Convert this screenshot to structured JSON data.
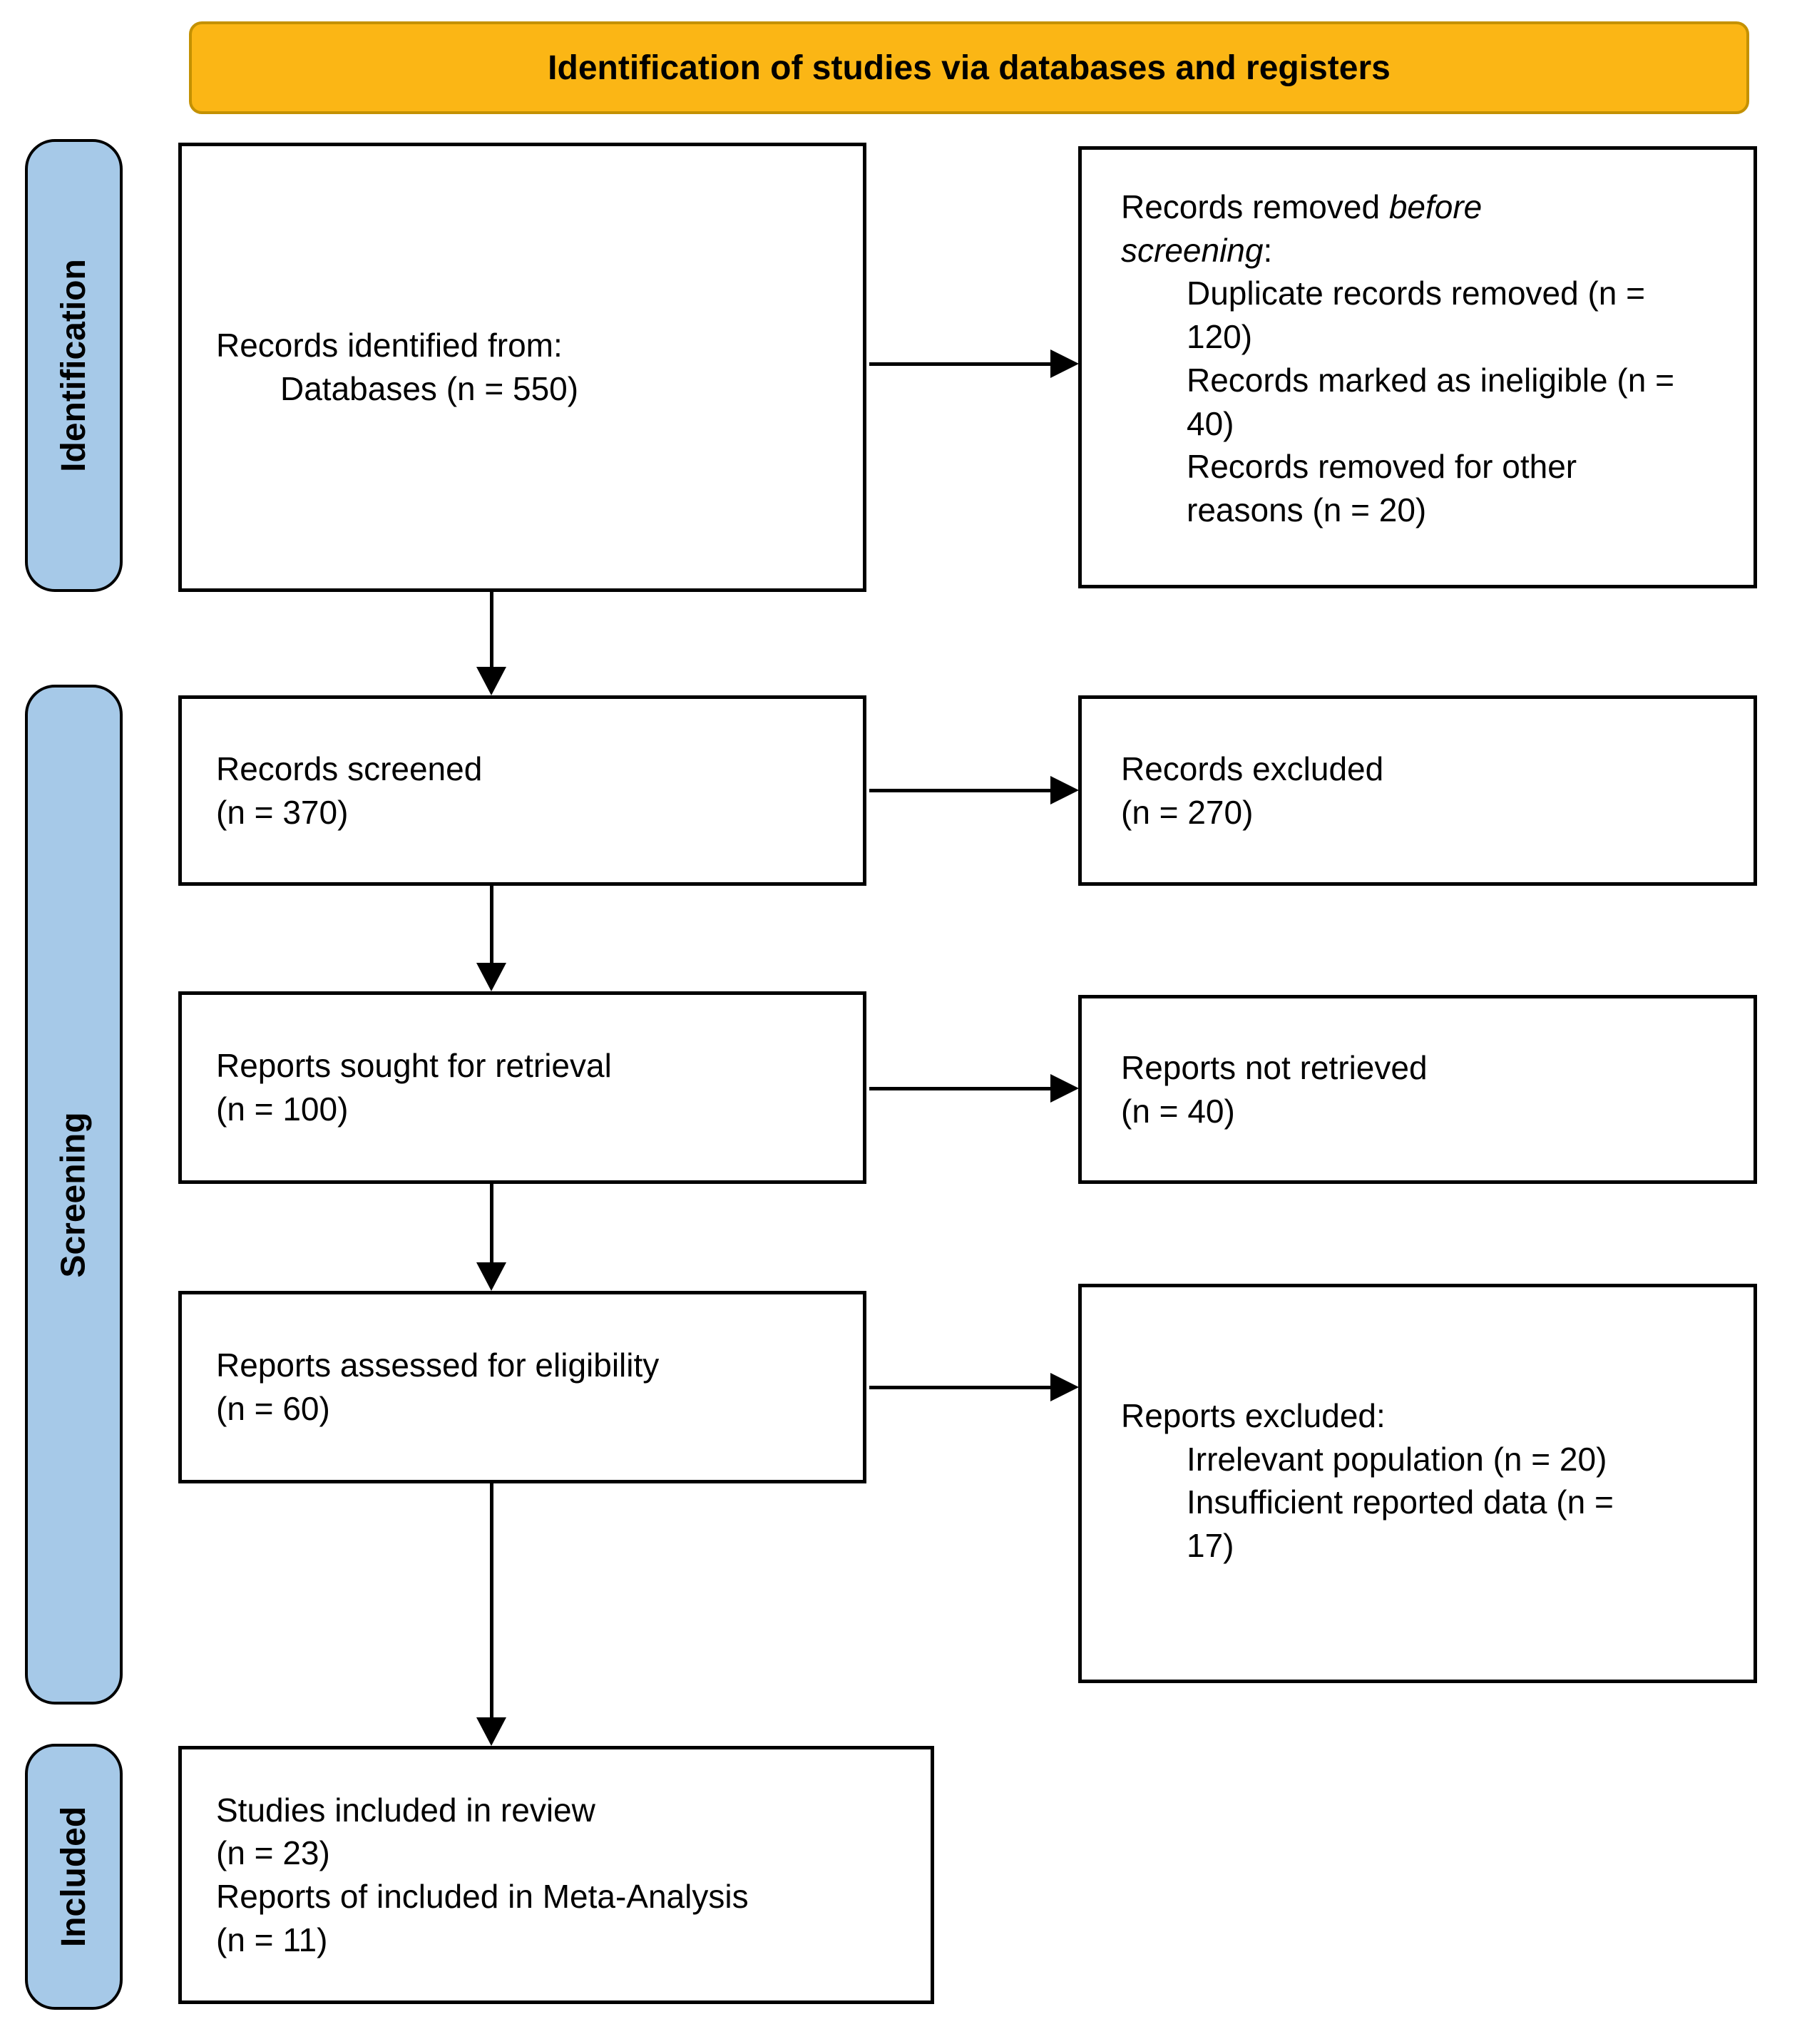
{
  "banner": {
    "title": "Identification of studies via databases and registers"
  },
  "stages": {
    "identification": "Identification",
    "screening": "Screening",
    "included": "Included"
  },
  "boxes": {
    "records_identified": {
      "line1": "Records identified from:",
      "line2": "Databases (n = 550)"
    },
    "records_removed": {
      "heading_prefix": "Records removed ",
      "heading_italic": "before screening",
      "heading_suffix": ":",
      "items": [
        "Duplicate records removed (n = 120)",
        "Records marked as ineligible (n = 40)",
        "Records removed for other reasons (n = 20)"
      ]
    },
    "records_screened": {
      "line1": "Records screened",
      "line2": "(n = 370)"
    },
    "records_excluded": {
      "line1": "Records excluded",
      "line2": "(n = 270)"
    },
    "reports_sought": {
      "line1": "Reports sought for retrieval",
      "line2": "(n = 100)"
    },
    "reports_not_retrieved": {
      "line1": "Reports not retrieved",
      "line2": "(n = 40)"
    },
    "reports_assessed": {
      "line1": "Reports assessed for eligibility",
      "line2": "(n = 60)"
    },
    "reports_excluded": {
      "heading": "Reports excluded:",
      "items": [
        "Irrelevant population (n = 20)",
        "Insufficient reported data (n = 17)"
      ]
    },
    "studies_included": {
      "line1": "Studies included in review",
      "line2": "(n = 23)",
      "line3": "Reports of included in Meta-Analysis",
      "line4": "(n = 11)"
    }
  },
  "colors": {
    "banner_fill": "#FBB615",
    "banner_border": "#C49102",
    "stage_fill": "#A6C9E8",
    "box_border": "#000000",
    "text": "#000000"
  }
}
